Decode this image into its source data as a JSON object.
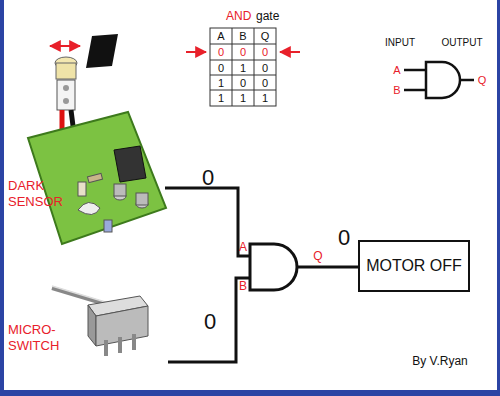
{
  "diagram": {
    "nodes": [
      {
        "text": [
          "MOTOR OFF"
        ]
      }
    ],
    "labels": [
      "DARK SENSOR",
      "MICRO-SWITCH",
      "AND",
      "gate",
      "A",
      "B",
      "Q",
      "0",
      "0",
      "0",
      "0",
      "1",
      "0",
      "1",
      "0",
      "0",
      "1",
      "1",
      "1",
      "INPUT",
      "OUTPUT",
      "A",
      "B",
      "Q",
      "0",
      "0",
      "A",
      "B",
      "Q",
      "0",
      "By V.Ryan"
    ]
  }
}
